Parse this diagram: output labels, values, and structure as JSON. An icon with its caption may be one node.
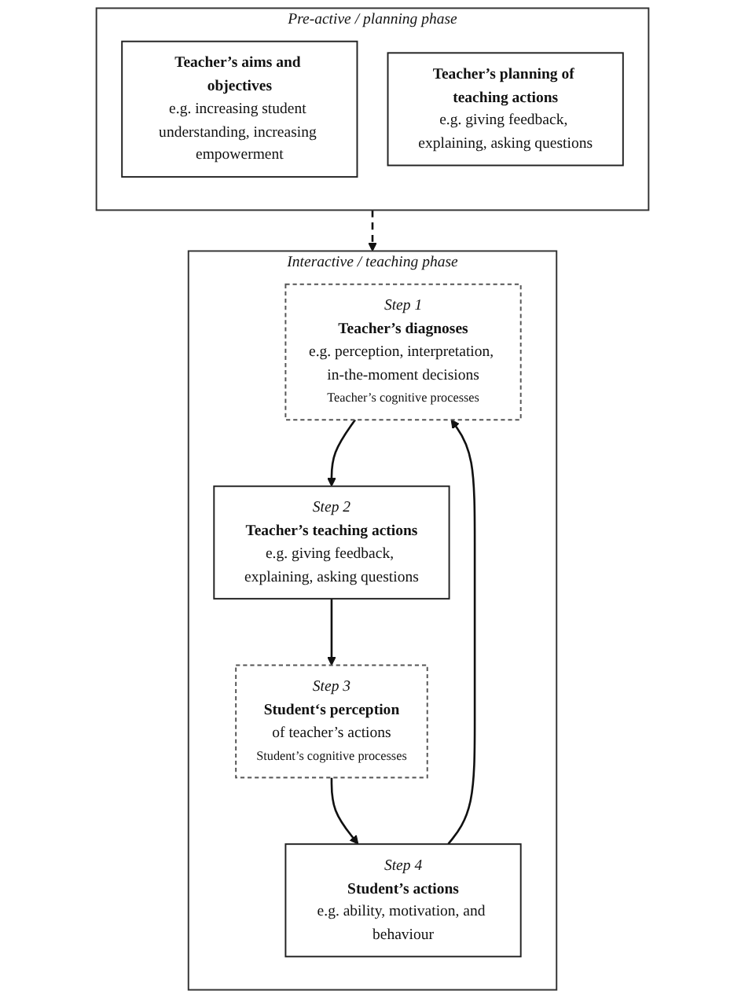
{
  "diagram": {
    "nodes": [
      {
        "text": [
          "Pre-active / planning phase"
        ]
      },
      {
        "text": [
          "Teacher’s aims and objectives",
          "e.g. increasing student understanding, increasing empowerment"
        ],
        "in": 0
      },
      {
        "text": [
          "Teacher’s planning of teaching actions",
          "e.g. giving feedback, explaining, asking questions"
        ],
        "in": 0
      },
      {
        "text": [
          "Interactive / teaching phase"
        ]
      },
      {
        "text": [
          "Step 1",
          "Teacher’s diagnoses",
          "e.g. perception, interpretation, in-the-moment decisions",
          "Teacher’s cognitive processes"
        ],
        "in": 3
      },
      {
        "text": [
          "Step 2",
          "Teacher’s teaching actions",
          "e.g. giving feedback, explaining, asking questions"
        ],
        "in": 3
      },
      {
        "text": [
          "Step 3",
          "Student‘s perception",
          "of teacher’s actions",
          "Student’s cognitive processes"
        ],
        "in": 3
      },
      {
        "text": [
          "Step 4",
          "Student’s actions",
          "e.g. ability, motivation, and behaviour"
        ],
        "in": 3
      }
    ],
    "edges": [
      {
        "from": 0,
        "to": 3,
        "arrow": "to",
        "style": "dashed"
      },
      {
        "from": 4,
        "to": 5,
        "arrow": "to"
      },
      {
        "from": 5,
        "to": 6,
        "arrow": "to"
      },
      {
        "from": 6,
        "to": 7,
        "arrow": "to"
      },
      {
        "from": 7,
        "to": 4,
        "arrow": "to"
      }
    ]
  }
}
